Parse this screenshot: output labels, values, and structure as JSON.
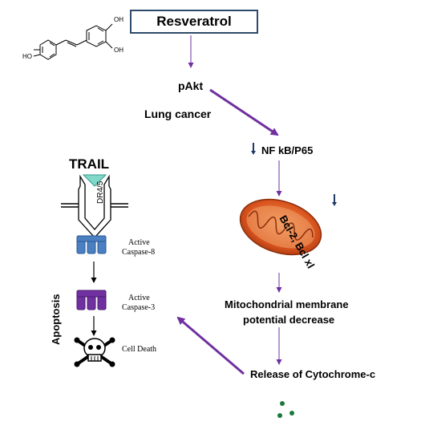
{
  "title": "Resveratrol",
  "molecule": {
    "oh_top": "OH",
    "oh_left": "HO",
    "oh_bottom": "OH"
  },
  "steps": {
    "pakt": "pAkt",
    "lung_cancer": "Lung cancer",
    "nfkb": "NF kB/P65",
    "bcl": "Bcl-2, Bcl xl",
    "mito_line1": "Mitochondrial membrane",
    "mito_line2": "potential decrease",
    "cyto": "Release of Cytochrome-c"
  },
  "extrinsic": {
    "trail": "TRAIL",
    "receptor": "DR4/5",
    "caspase8_line1": "Active",
    "caspase8_line2": "Caspase-8",
    "caspase3_line1": "Active",
    "caspase3_line2": "Caspase-3",
    "cell_death": "Cell Death",
    "apoptosis": "Apoptosis"
  },
  "colors": {
    "title_border": "#2f4a6b",
    "arrow_purple": "#7030a0",
    "down_arrow_blue": "#1f3864",
    "caspase8": "#4a7fc1",
    "caspase3": "#7030a0",
    "mitochondria": "#d9541e",
    "trail_triangle": "#7fd8c8",
    "cytochrome_dots": "#1a7a3a"
  }
}
